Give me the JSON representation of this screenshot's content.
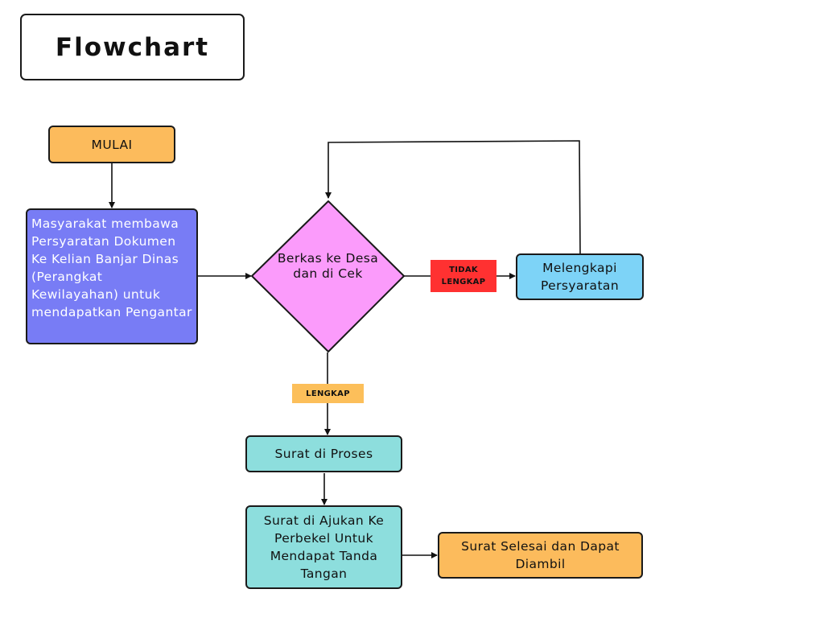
{
  "title": "Flowchart",
  "nodes": {
    "start": "MULAI",
    "submit_documents": "Masyarakat membawa Persyaratan Dokumen Ke Kelian Banjar Dinas (Perangkat Kewilayahan) untuk mendapatkan Pengantar",
    "check_decision": "Berkas ke Desa dan di Cek",
    "complete_requirements": "Melengkapi Persyaratan",
    "letter_processed": "Surat di Proses",
    "submit_for_signature": "Surat di Ajukan Ke Perbekel Untuk Mendapat Tanda Tangan",
    "finished": "Surat Selesai dan Dapat Diambil"
  },
  "labels": {
    "incomplete": "TIDAK LENGKAP",
    "complete": "LENGKAP"
  },
  "colors": {
    "start": "#fcbb5c",
    "submit_documents": "#787cf5",
    "check_decision": "#fb9bfb",
    "complete_requirements": "#7dd3f7",
    "process": "#8ddedd",
    "finished": "#fcbb5c",
    "incomplete_label": "#ff3131",
    "complete_label": "#fcbf5a"
  }
}
